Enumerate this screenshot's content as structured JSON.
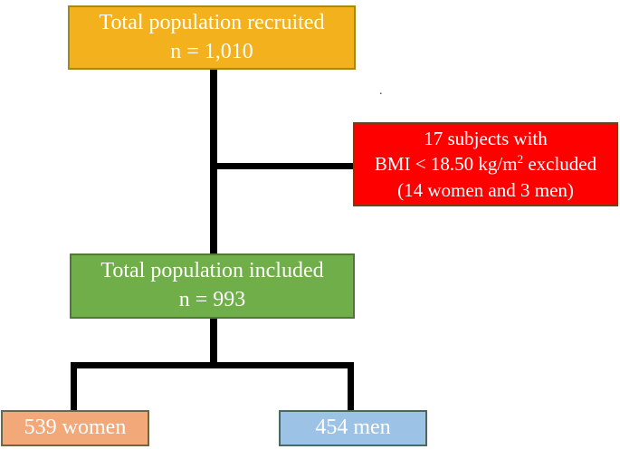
{
  "flowchart": {
    "background_color": "#ffffff",
    "connector_color": "#000000",
    "text_color": "#ffffff",
    "nodes": {
      "recruited": {
        "line1": "Total population recruited",
        "line2": "n = 1,010",
        "fill": "#F3B11D",
        "border": "#A38A14"
      },
      "excluded": {
        "line1": "17 subjects with",
        "line2_pre": "BMI < 18.50 kg/m",
        "line2_sup": "2",
        "line2_post": " excluded",
        "line3": "(14 women and 3 men)",
        "fill": "#FE0000",
        "border": "#7E3A15"
      },
      "included": {
        "line1": "Total population included",
        "line2": "n = 993",
        "fill": "#6FAE49",
        "border": "#4F7A33"
      },
      "women": {
        "label": "539 women",
        "fill": "#F2A878",
        "border": "#69694A"
      },
      "men": {
        "label": "454 men",
        "fill": "#9CC2E5",
        "border": "#4A6A5E"
      }
    },
    "stray_dot": "."
  }
}
